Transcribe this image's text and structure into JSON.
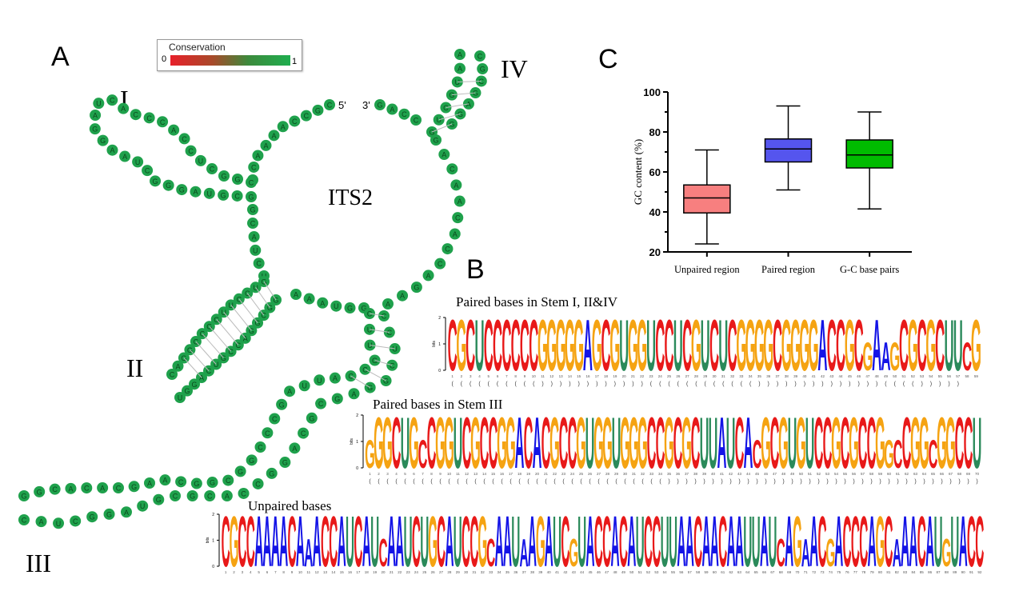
{
  "panels": {
    "a": "A",
    "b": "B",
    "c": "C"
  },
  "structure": {
    "center_label": "ITS2",
    "five_prime": "5'",
    "three_prime": "3'",
    "stem_labels": [
      "I",
      "II",
      "III",
      "IV"
    ],
    "legend": {
      "title": "Conservation",
      "min": "0",
      "max": "1",
      "low_color": "#e8202a",
      "high_color": "#1fae4f"
    },
    "node_color": "#1fa14c",
    "segments": {
      "five_arm": "CGCCAAAACA",
      "stem1": "CGGCUCCACCCACUAGGAAUCGGGAUGCG",
      "hub": "GCAUCU",
      "stem2": "GUCCUUGGCCGGACUGGACUGCCAGGCGG",
      "junction": "AAAUGG",
      "stem3": "CUUGCCAUUAGCCCGGCGGCAAGCACACGGCAUCGGAUGCGCACCGGACGCGAGGCUCC",
      "right_arc": "AAGACCACAACAG",
      "stem4": "GUCGUAACGCGAGG",
      "three_arm": "GACC"
    }
  },
  "logos": [
    {
      "title": "Paired bases in Stem I, II&IV",
      "ylabel": "bits",
      "yticks": [
        "0",
        "1",
        "2"
      ],
      "sequence": "CGCUCCCCCCGGGGGAGCGUGGUCCUCGUCUCGGGGCGGGGACCGCGAAGCGCGCUUCG",
      "small": [
        46,
        48,
        49,
        57
      ],
      "brackets": "(((((((((())))))))))))(((((((((((())))))))))))))(((()))))"
    },
    {
      "title": "Paired bases in Stem III",
      "ylabel": "bits",
      "yticks": [
        "0",
        "1",
        "2"
      ],
      "sequence": "GGGCUGCCGGUCGCCGGACACGCCGUGGUGGGCCGCGCUUAUCACGCGUGUCCGCGCCGGCCGGCGGCCU",
      "small": [
        0,
        6,
        44,
        59,
        60,
        64
      ],
      "brackets": "(((((((((((((((((((((((((((((((((())))))))))))))))))))))))))))))))))))"
    },
    {
      "title": "Unpaired bases",
      "ylabel": "bits",
      "yticks": [
        "0",
        "1",
        "2"
      ],
      "sequence": "CGCCAAAACAAACCAUCAUCAAUCUGCAUCCGCAAUAAGAUCGUACCACAUCCUUAACAACAAUUAUCAGAACGACCCAGCAAACAUGUACC",
      "small": [
        10,
        19,
        32,
        36,
        42,
        67,
        70,
        73,
        81,
        87
      ],
      "brackets": ""
    }
  ],
  "nucleotide_colors": {
    "A": "#1414e6",
    "C": "#e81919",
    "G": "#f5a312",
    "U": "#2a8a5a"
  },
  "chart_data": {
    "type": "box",
    "title": "",
    "xlabel": "",
    "ylabel": "GC content (%)",
    "ylim": [
      20,
      100
    ],
    "yticks": [
      "20",
      "40",
      "60",
      "80",
      "100"
    ],
    "categories": [
      "Unpaired region",
      "Paired region",
      "G-C base pairs"
    ],
    "series": [
      {
        "name": "Unpaired region",
        "min": 24,
        "q1": 39.5,
        "median": 47,
        "q3": 53.5,
        "max": 71,
        "color": "#f77f7f"
      },
      {
        "name": "Paired region",
        "min": 51,
        "q1": 65,
        "median": 71.5,
        "q3": 76.5,
        "max": 93,
        "color": "#5555ee"
      },
      {
        "name": "G-C base pairs",
        "min": 41.5,
        "q1": 62,
        "median": 68.5,
        "q3": 76,
        "max": 90,
        "color": "#00bb00"
      }
    ],
    "grid": false,
    "legend": "none"
  }
}
